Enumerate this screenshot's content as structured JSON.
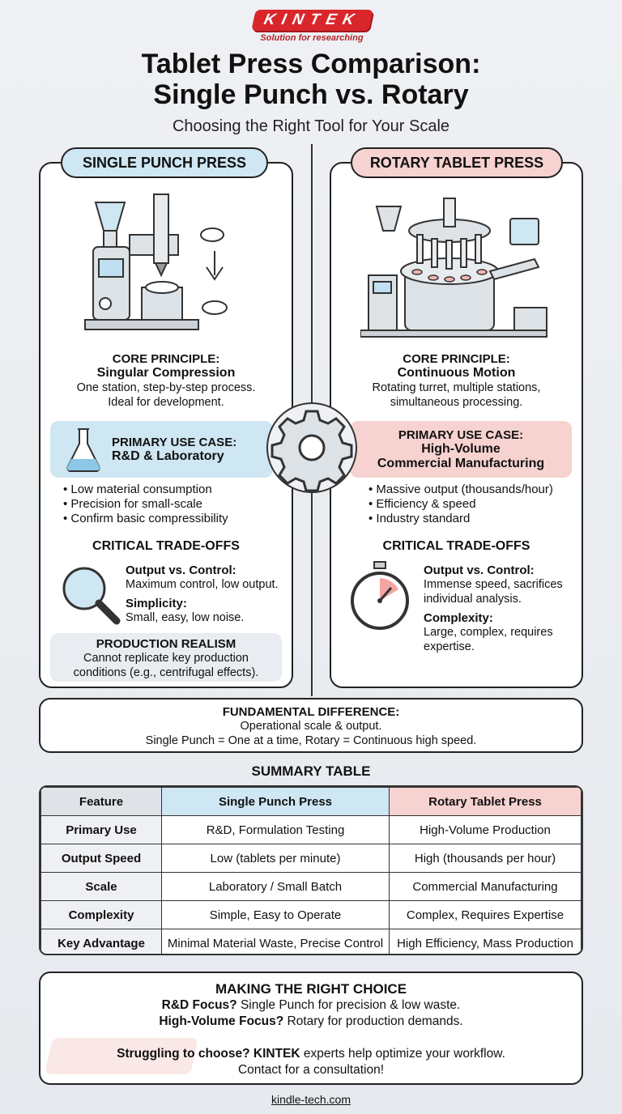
{
  "brand": {
    "logo_text": "KINTEK",
    "tagline": "Solution for researching",
    "website": "kindle-tech.com"
  },
  "header": {
    "title_line1": "Tablet Press Comparison:",
    "title_line2": "Single Punch vs. Rotary",
    "subtitle": "Choosing the Right Tool for Your Scale"
  },
  "colors": {
    "single_accent": "#cfe6f3",
    "rotary_accent": "#f6d2d0",
    "brand_red": "#d9262b"
  },
  "single": {
    "label": "SINGLE PUNCH PRESS",
    "core_heading": "CORE PRINCIPLE:",
    "core_title": "Singular Compression",
    "core_text1": "One station, step-by-step process.",
    "core_text2": "Ideal for development.",
    "use_heading": "PRIMARY USE CASE:",
    "use_title": "R&D & Laboratory",
    "bullets": [
      "Low material consumption",
      "Precision for small-scale",
      "Confirm basic compressibility"
    ],
    "tradeoffs_heading": "CRITICAL TRADE-OFFS",
    "t1_title": "Output vs. Control:",
    "t1_text": "Maximum control, low output.",
    "t2_title": "Simplicity:",
    "t2_text": "Small, easy, low noise.",
    "realism_title": "PRODUCTION REALISM",
    "realism_text1": "Cannot replicate key production",
    "realism_text2": "conditions (e.g., centrifugal effects)."
  },
  "rotary": {
    "label": "ROTARY TABLET PRESS",
    "core_heading": "CORE PRINCIPLE:",
    "core_title": "Continuous Motion",
    "core_text1": "Rotating turret, multiple stations,",
    "core_text2": "simultaneous processing.",
    "use_heading": "PRIMARY USE CASE:",
    "use_title1": "High-Volume",
    "use_title2": "Commercial Manufacturing",
    "bullets": [
      "Massive output (thousands/hour)",
      "Efficiency & speed",
      "Industry standard"
    ],
    "tradeoffs_heading": "CRITICAL TRADE-OFFS",
    "t1_title": "Output vs. Control:",
    "t1_text1": "Immense speed, sacrifices",
    "t1_text2": "individual analysis.",
    "t2_title": "Complexity:",
    "t2_text1": "Large, complex, requires",
    "t2_text2": "expertise."
  },
  "fundamental": {
    "heading": "FUNDAMENTAL DIFFERENCE:",
    "line1": "Operational scale & output.",
    "line2": "Single Punch = One at a time, Rotary = Continuous high speed."
  },
  "summary": {
    "heading": "SUMMARY TABLE",
    "columns": [
      "Feature",
      "Single Punch Press",
      "Rotary Tablet Press"
    ],
    "rows": [
      [
        "Primary Use",
        "R&D, Formulation Testing",
        "High-Volume Production"
      ],
      [
        "Output Speed",
        "Low (tablets per minute)",
        "High (thousands per hour)"
      ],
      [
        "Scale",
        "Laboratory / Small Batch",
        "Commercial Manufacturing"
      ],
      [
        "Complexity",
        "Simple, Easy to Operate",
        "Complex, Requires Expertise"
      ],
      [
        "Key Advantage",
        "Minimal Material Waste, Precise Control",
        "High Efficiency, Mass Production"
      ]
    ]
  },
  "choice": {
    "heading": "MAKING THE RIGHT CHOICE",
    "l1_bold": "R&D Focus?",
    "l1_text": " Single Punch for precision & low waste.",
    "l2_bold": "High-Volume Focus?",
    "l2_text": " Rotary for production demands.",
    "l3_bold": "Struggling to choose? KINTEK",
    "l3_text": " experts help optimize your workflow.",
    "l4": "Contact for a consultation!"
  }
}
